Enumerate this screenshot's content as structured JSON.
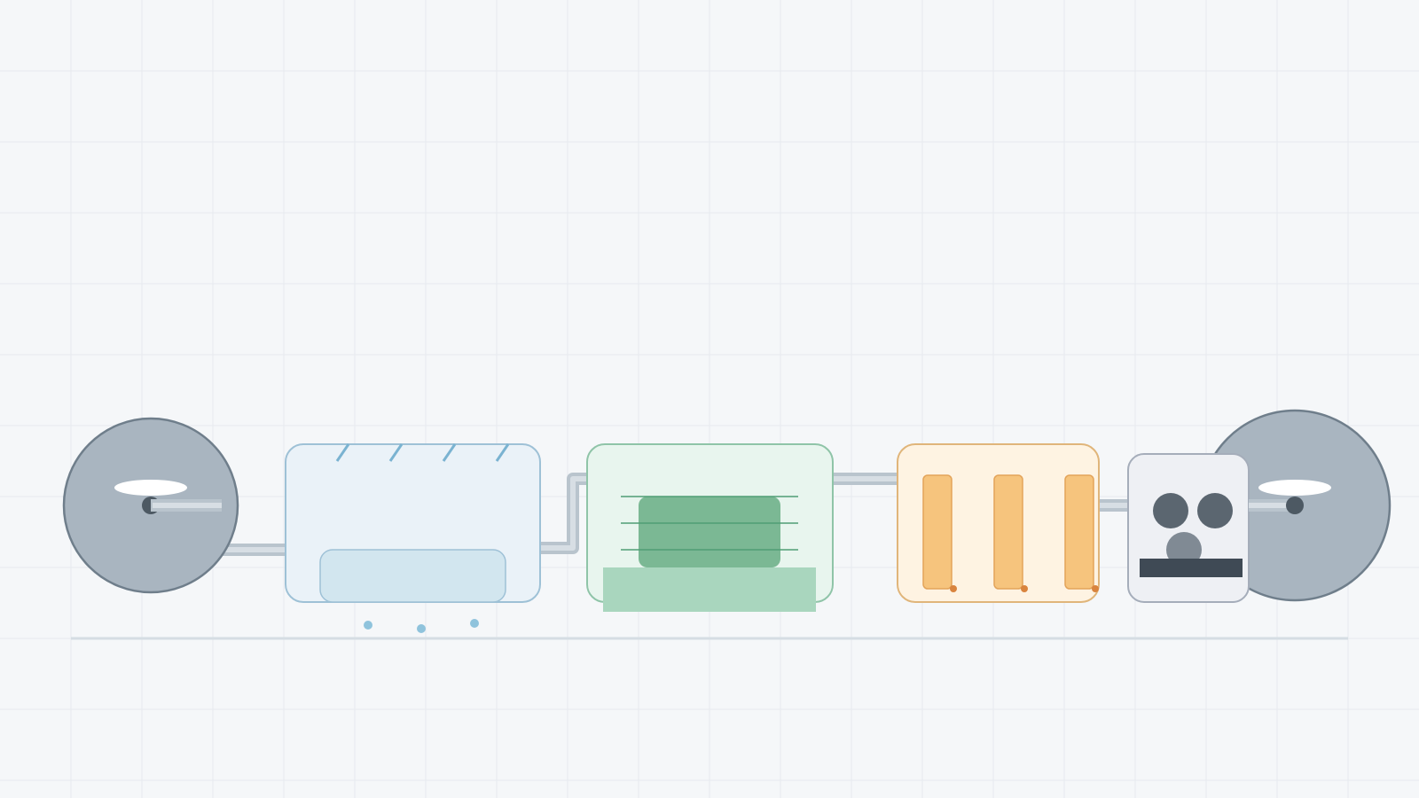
{
  "diagram": {
    "title": "",
    "colors": {
      "background": "#f5f7f9",
      "grid": "#e6eaee",
      "baseline": "#d5dde3",
      "pipe_outer": "#b9c4cd",
      "pipe_inner": "#d7dee4",
      "reel_fill": "#a9b5c0",
      "reel_stroke": "#6f7e8b",
      "reel_hub": "#4d5963",
      "wash_fill": "#eaf2f8",
      "wash_stroke": "#9ec1d6",
      "wash_basin": "#d2e6ef",
      "spray": "#7ab3d1",
      "drop": "#8fc3dc",
      "dye_fill": "#e8f5ee",
      "dye_stroke": "#8fc4a8",
      "dye_bath": "#a9d6be",
      "dye_core": "#7bb894",
      "dye_line": "#4f9d75",
      "dryer_fill": "#fef3e2",
      "dryer_stroke": "#e0b57a",
      "dryer_heater": "#f6c47d",
      "dryer_heater_stroke": "#e3a45a",
      "dryer_dot": "#d9843e",
      "press_fill": "#eef0f4",
      "press_stroke": "#a5adba",
      "press_roller": "#5b6670",
      "press_roller_light": "#808a94",
      "press_bed": "#3f4a55",
      "highlight": "#ffffff"
    },
    "stages": [
      {
        "id": "unwind-reel",
        "icon": "fabric-reel-icon"
      },
      {
        "id": "washing-tank",
        "icon": "washing-tank-icon"
      },
      {
        "id": "dyeing-bath",
        "icon": "dyeing-bath-icon"
      },
      {
        "id": "drying-chamber",
        "icon": "drying-chamber-icon"
      },
      {
        "id": "calender-press",
        "icon": "calender-press-icon"
      },
      {
        "id": "rewind-reel",
        "icon": "fabric-reel-icon"
      }
    ]
  }
}
